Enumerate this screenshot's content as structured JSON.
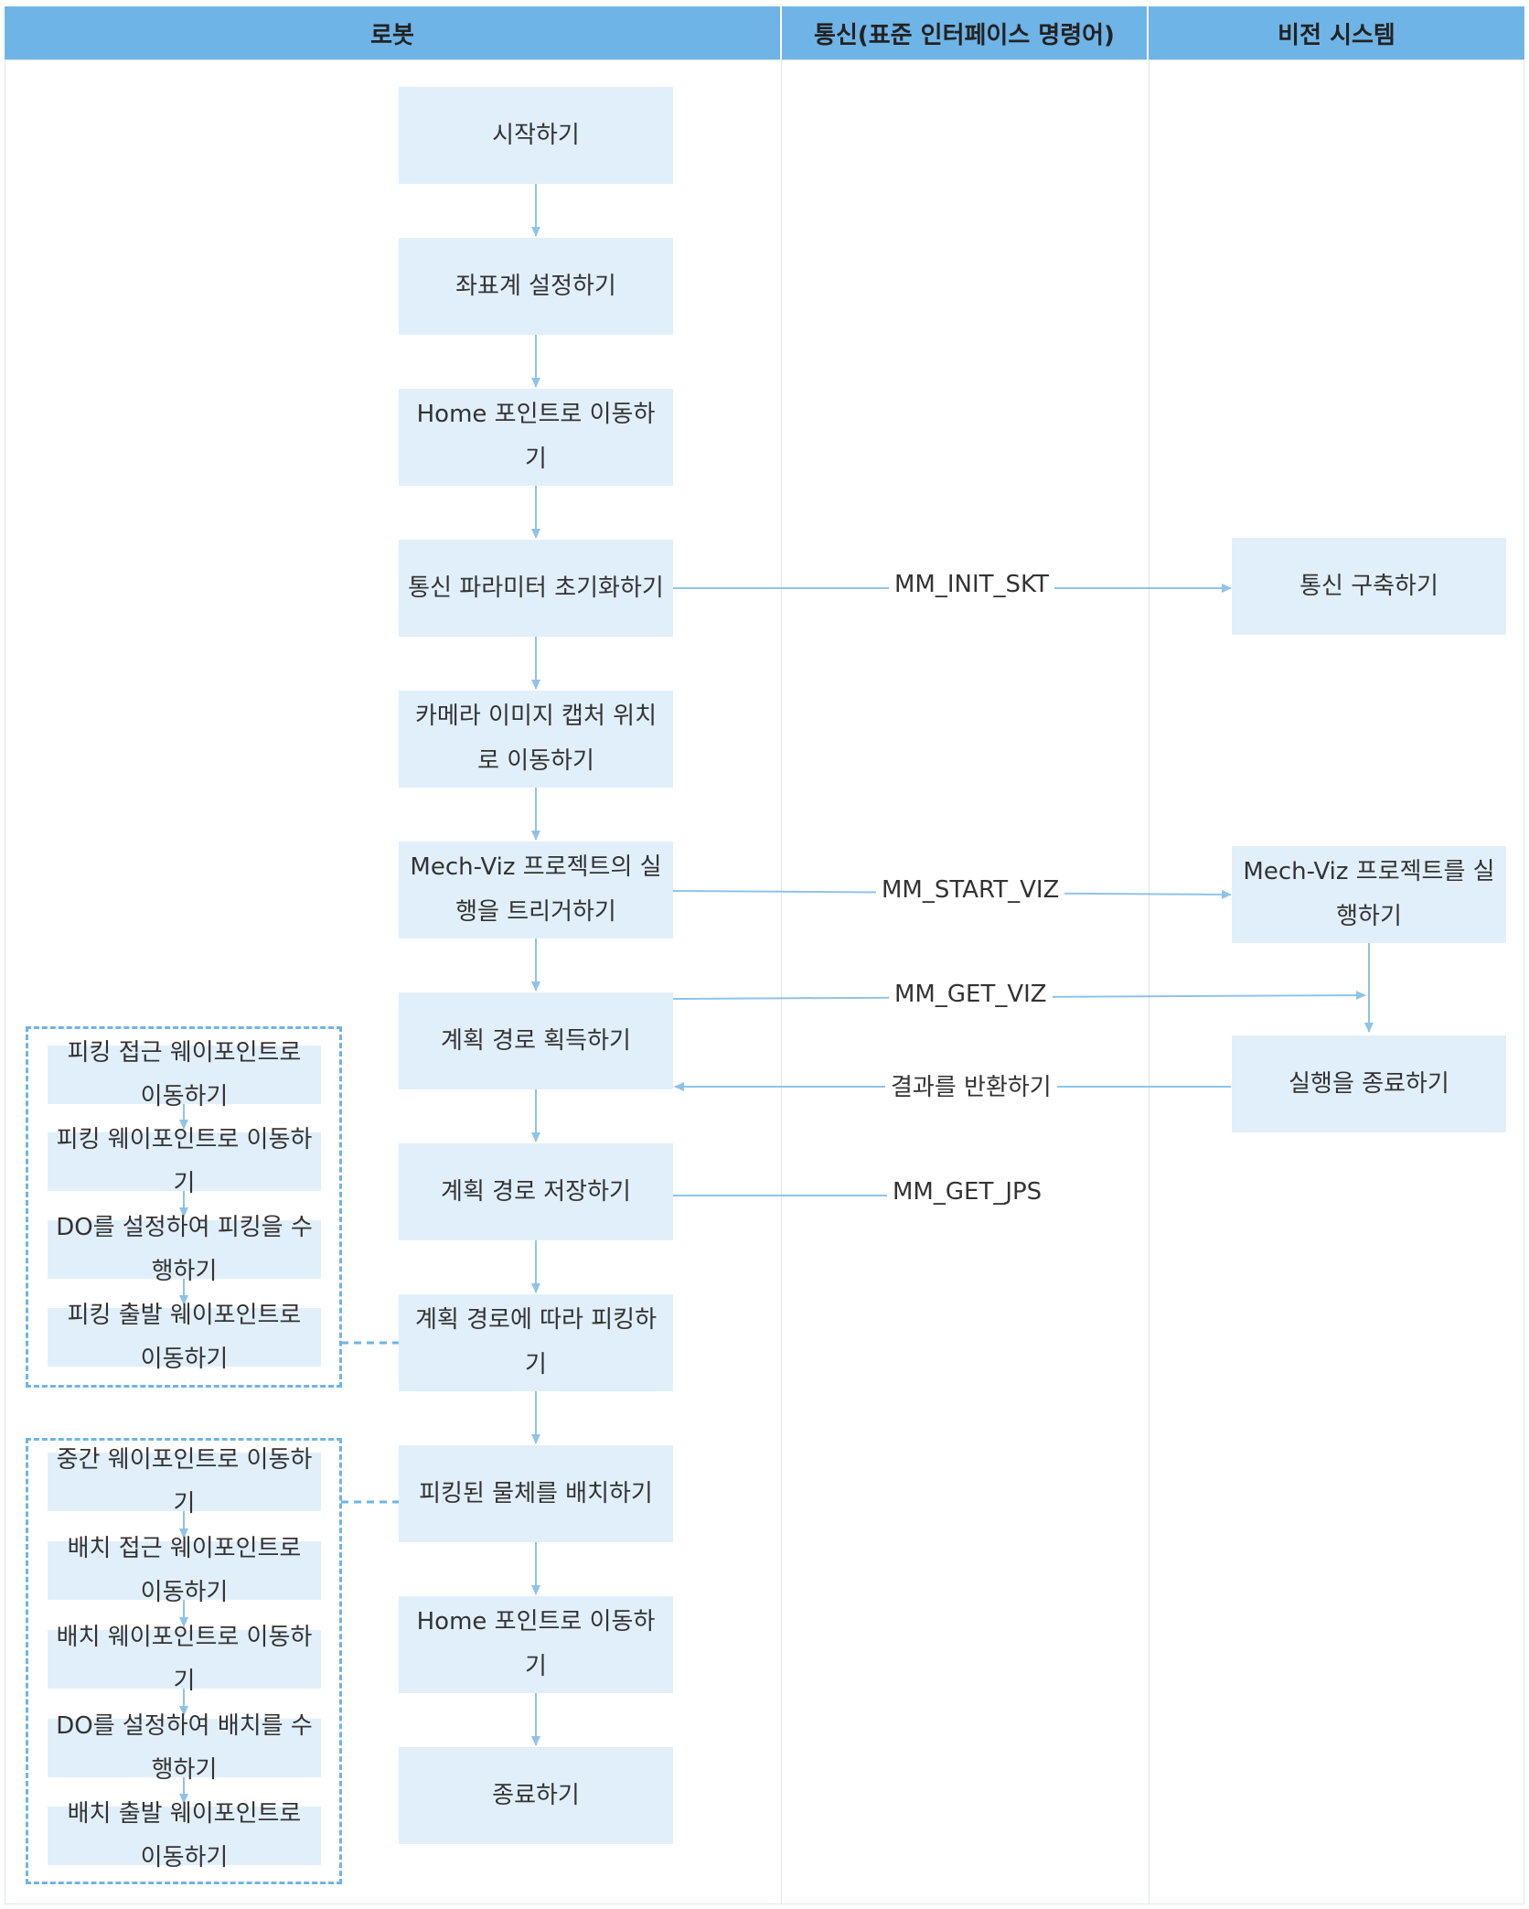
{
  "lanes": {
    "robot": "로봇",
    "comm": "통신(표준 인터페이스 명령어)",
    "vision": "비전 시스템"
  },
  "robot_steps": [
    "시작하기",
    "좌표계 설정하기",
    "Home 포인트로 이동하기",
    "통신 파라미터 초기화하기",
    "카메라 이미지 캡처 위치로 이동하기",
    "Mech-Viz 프로젝트의 실행을 트리거하기",
    "계획 경로 획득하기",
    "계획 경로 저장하기",
    "계획 경로에 따라 피킹하기",
    "피킹된 물체를 배치하기",
    "Home 포인트로 이동하기",
    "종료하기"
  ],
  "vision_steps": [
    "통신 구축하기",
    "Mech-Viz 프로젝트를 실행하기",
    "실행을 종료하기"
  ],
  "commands": {
    "init": "MM_INIT_SKT",
    "start": "MM_START_VIZ",
    "get_viz": "MM_GET_VIZ",
    "return": "결과를 반환하기",
    "get_jps": "MM_GET_JPS"
  },
  "picking_substeps": [
    "피킹 접근 웨이포인트로 이동하기",
    "피킹 웨이포인트로 이동하기",
    "DO를 설정하여 피킹을 수행하기",
    "피킹 출발 웨이포인트로 이동하기"
  ],
  "placing_substeps": [
    "중간 웨이포인트로 이동하기",
    "배치 접근 웨이포인트로 이동하기",
    "배치 웨이포인트로 이동하기",
    "DO를 설정하여 배치를 수행하기",
    "배치 출발 웨이포인트로 이동하기"
  ],
  "colors": {
    "header": "#6fb4e6",
    "node": "#e1effa",
    "line": "#8fc3e8",
    "dashed": "#6fb4e6"
  }
}
